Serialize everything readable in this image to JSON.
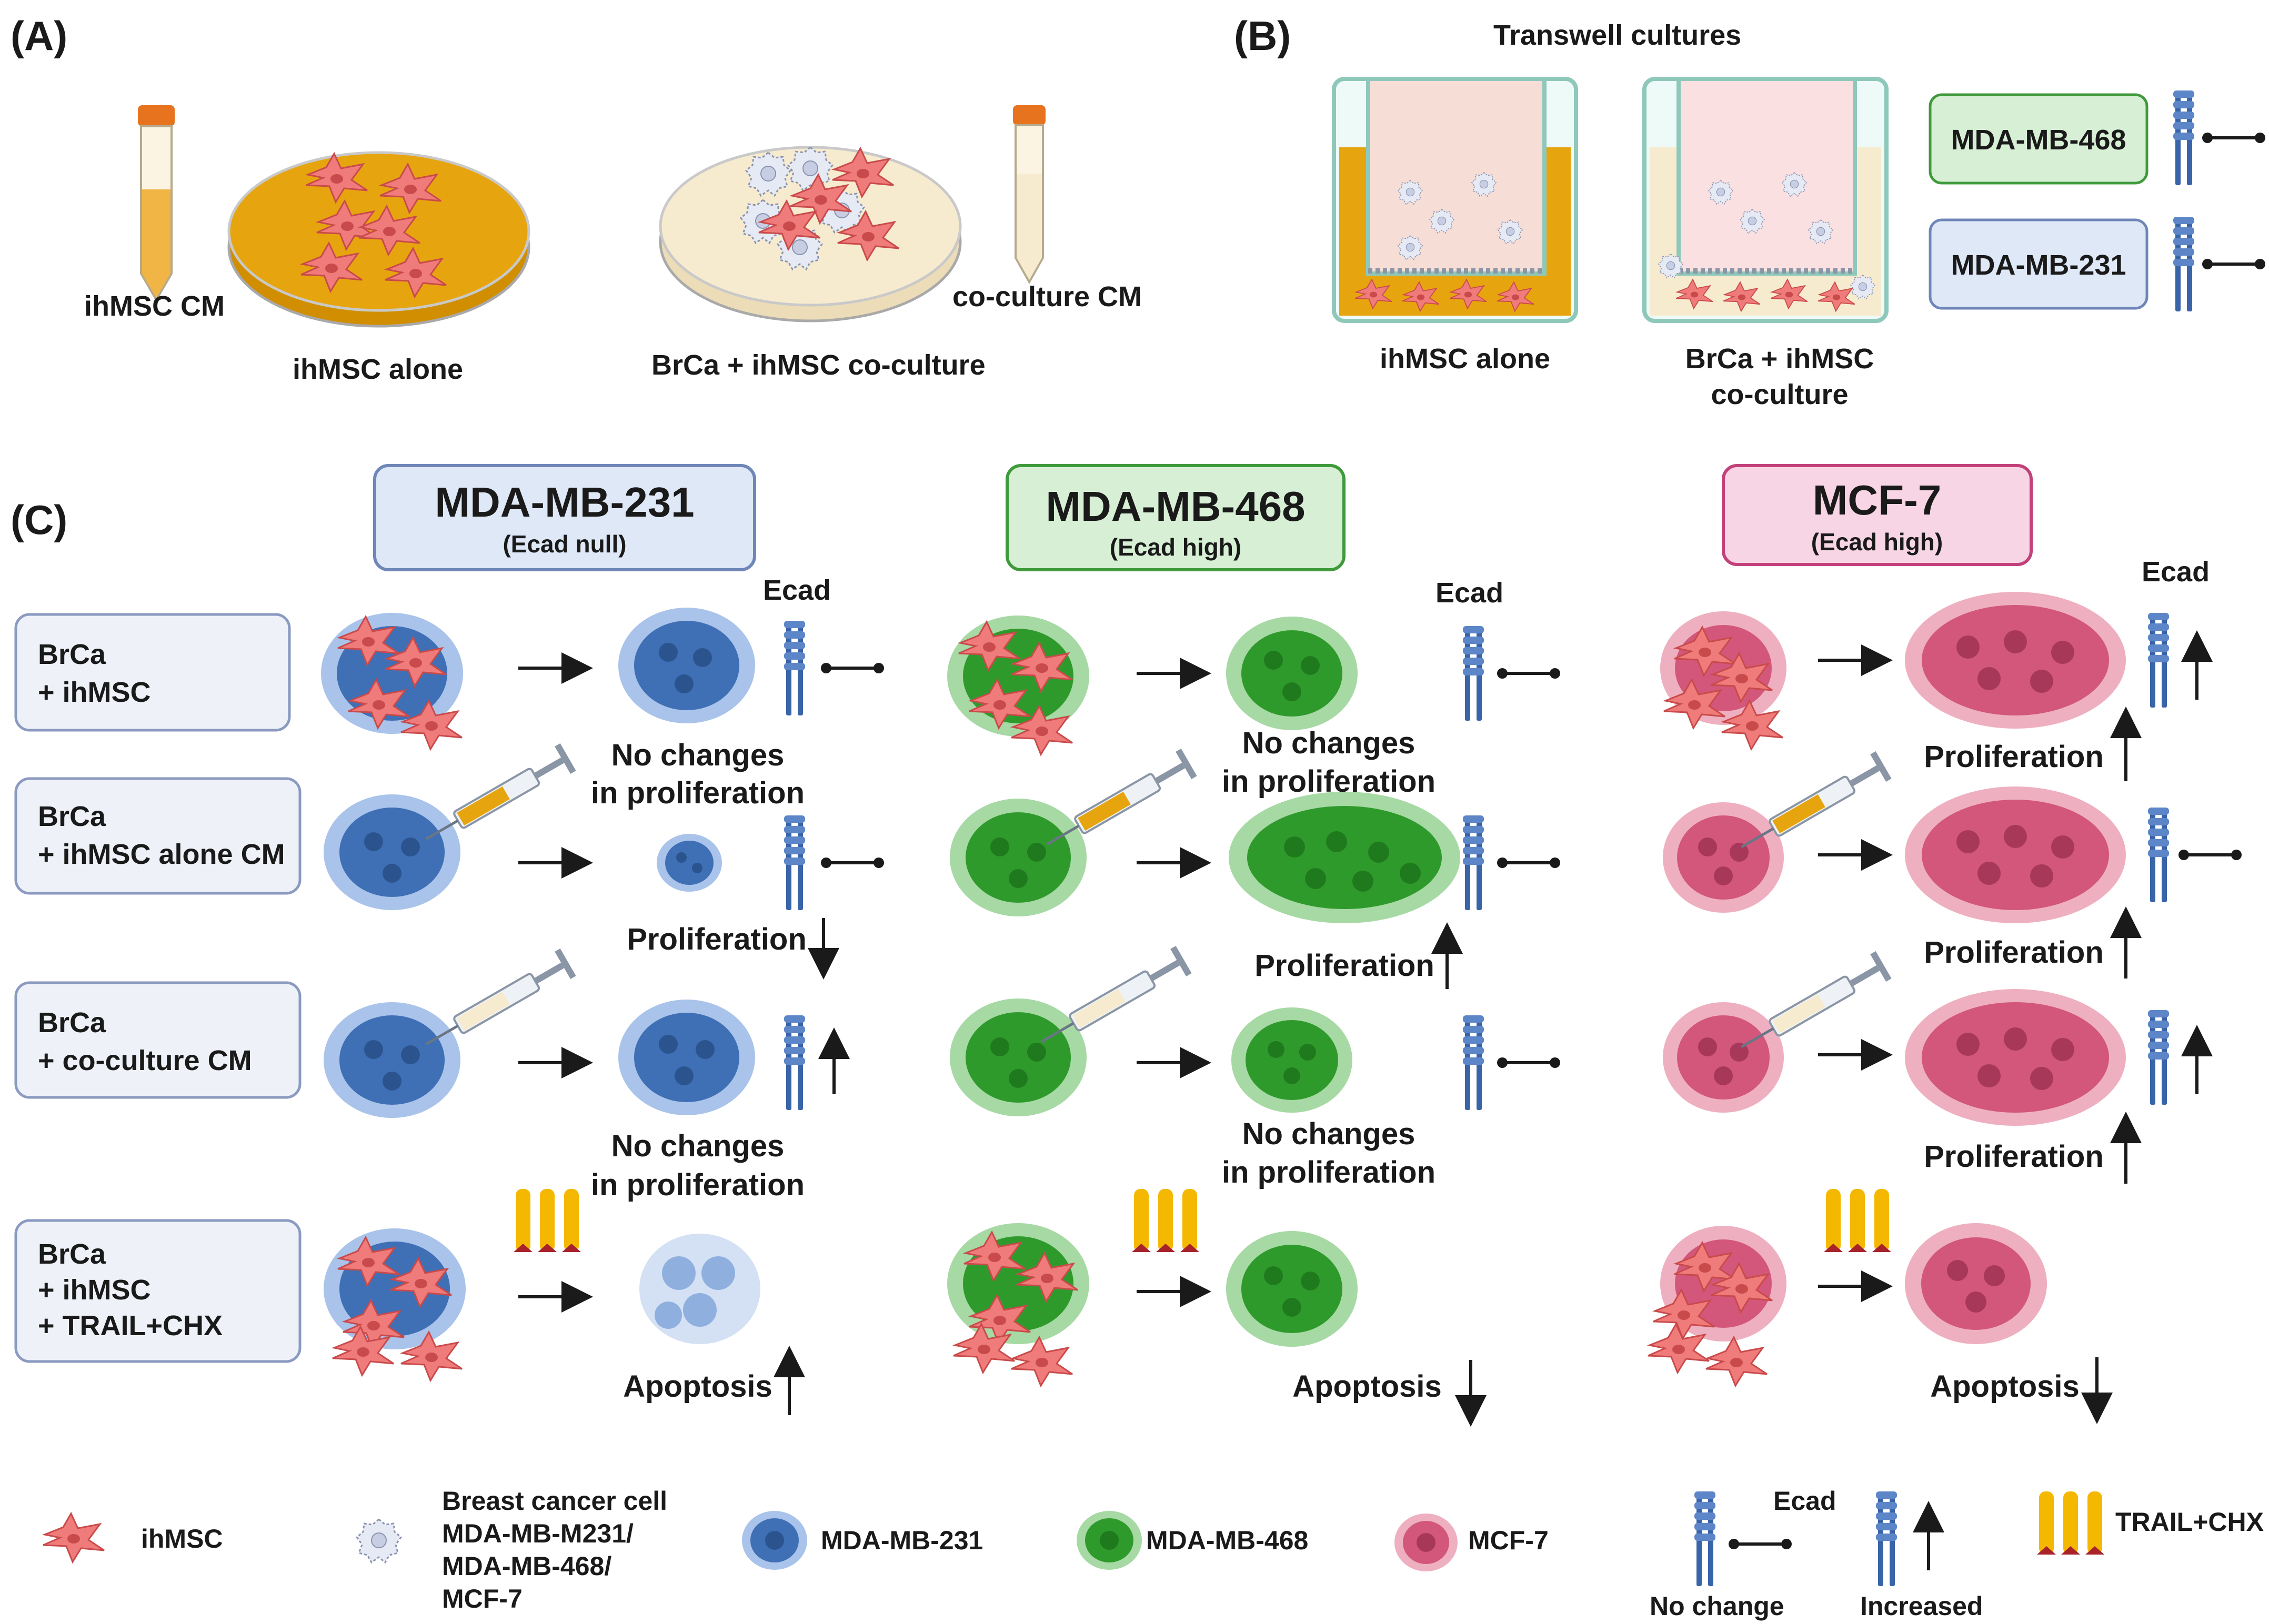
{
  "panels": {
    "a": "(A)",
    "b": "(B)",
    "c": "(C)"
  },
  "panel_a": {
    "ihmsc_cm": "ihMSC CM",
    "ihmsc_alone": "ihMSC alone",
    "coculture": "BrCa + ihMSC co-culture",
    "coculture_cm": "co-culture CM"
  },
  "panel_b": {
    "title": "Transwell cultures",
    "ihmsc_alone": "ihMSC alone",
    "coculture_line1": "BrCa + ihMSC",
    "coculture_line2": "co-culture",
    "box1": "MDA-MB-468",
    "box2": "MDA-MB-231"
  },
  "columns": [
    {
      "name": "MDA-MB-231",
      "sub": "(Ecad null)",
      "fill": "#dfe8f7",
      "stroke": "#6f86b8"
    },
    {
      "name": "MDA-MB-468",
      "sub": "(Ecad high)",
      "fill": "#d7f0d5",
      "stroke": "#3f9a3c"
    },
    {
      "name": "MCF-7",
      "sub": "(Ecad high)",
      "fill": "#f8d5e4",
      "stroke": "#c2417a"
    }
  ],
  "rows": [
    {
      "line1": "BrCa",
      "line2": "+ ihMSC",
      "line3": ""
    },
    {
      "line1": "BrCa",
      "line2": "+ ihMSC alone CM",
      "line3": ""
    },
    {
      "line1": "BrCa",
      "line2": "+ co-culture CM",
      "line3": ""
    },
    {
      "line1": "BrCa",
      "line2": "+ ihMSC",
      "line3": "+ TRAIL+CHX"
    }
  ],
  "ecad_label": "Ecad",
  "outcomes": {
    "no_changes_1": "No changes",
    "no_changes_2": "in proliferation",
    "proliferation": "Proliferation",
    "apoptosis": "Apoptosis"
  },
  "legend": {
    "ihmsc": "ihMSC",
    "bc_1": "Breast cancer cell",
    "bc_2": "MDA-MB-M231/",
    "bc_3": "MDA-MB-468/",
    "bc_4": "MCF-7",
    "mda231": "MDA-MB-231",
    "mda468": "MDA-MB-468",
    "mcf7": "MCF-7",
    "ecad": "Ecad",
    "no_change": "No change",
    "increased": "Increased",
    "trail": "TRAIL+CHX"
  },
  "colors": {
    "blue_cell": "#3f6fb5",
    "green_cell": "#2f9a2c",
    "pink_cell": "#d2577a",
    "ihmsc": "#f07b7b",
    "medium_orange": "#e6a50f",
    "coculture_medium": "#f7ebcf",
    "trail_yellow": "#f5b800",
    "trail_red": "#a8222a"
  }
}
